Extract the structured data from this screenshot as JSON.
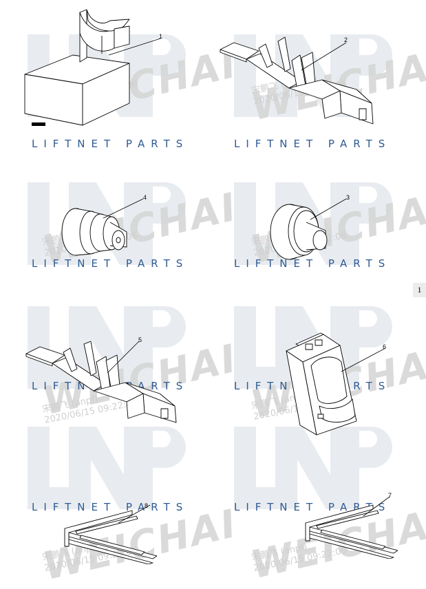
{
  "watermark": {
    "site_text": "LIFTNET PARTS",
    "brand_text": "WEICHAI",
    "stamp_name": "宋鹏飞 (anpf)",
    "stamp_datetime": "2020/06/15 09:22:06",
    "colors": {
      "logo": "#e8ecf0",
      "site_text": "#2e5a92",
      "brand": "#d6d6d6"
    }
  },
  "callouts": {
    "c1": "1",
    "c2": "2",
    "c3": "3",
    "c4": "4",
    "c5": "5",
    "c6": "6",
    "c7": "7",
    "c8": "8"
  },
  "page_number": "1",
  "icons": [
    "lnp-logo-watermark",
    "terminal-part-drawing",
    "seal-part-drawing",
    "connector-housing-drawing",
    "retainer-clip-drawing"
  ]
}
